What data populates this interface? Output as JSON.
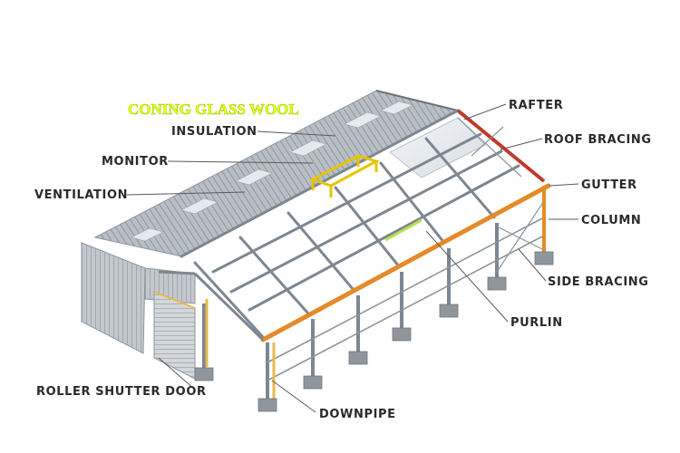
{
  "brand": "CONING GLASS WOOL",
  "labels": {
    "insulation": "INSULATION",
    "monitor": "MONITOR",
    "ventilation": "VENTILATION",
    "roller_shutter_door": "ROLLER SHUTTER DOOR",
    "rafter": "RAFTER",
    "roof_bracing": "ROOF BRACING",
    "gutter": "GUTTER",
    "column": "COLUMN",
    "side_bracing": "SIDE BRACING",
    "purlin": "PURLIN",
    "downpipe": "DOWNPIPE"
  },
  "colors": {
    "steel": "#7d8791",
    "roof_sheet": "#b9bfc6",
    "gutter_orange": "#e38a2a",
    "rafter_red": "#c0392b",
    "monitor_yellow": "#e6c400",
    "downpipe_yellow": "#e8b84a",
    "footing": "#8f969c",
    "wall_sheet": "#c3c8cc"
  }
}
